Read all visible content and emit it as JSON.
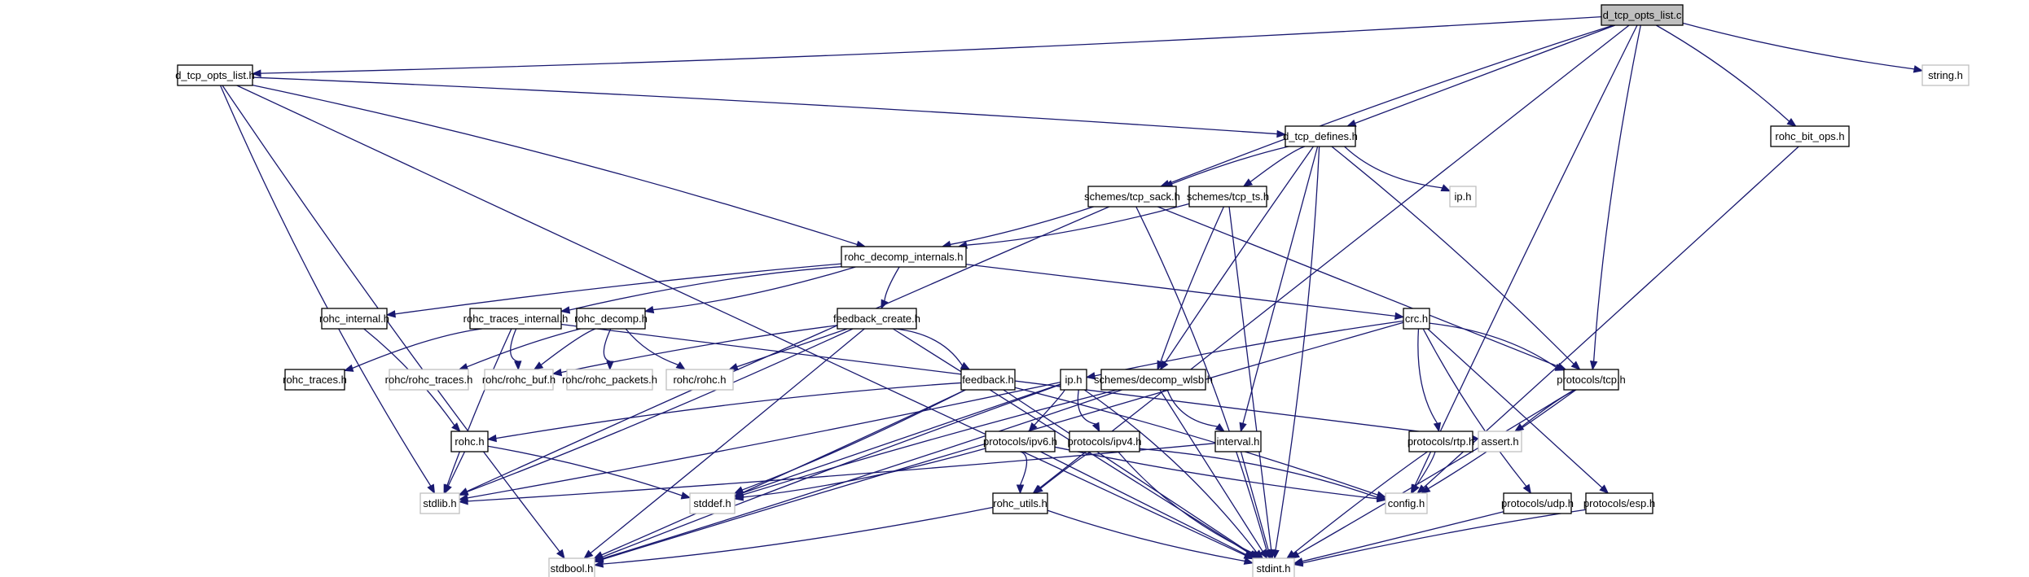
{
  "diagram": {
    "title": "d_tcp_opts_list.c include dependency graph",
    "colors": {
      "edge": "#191970",
      "root_fill": "#bfbfbf",
      "node_border": "#000000",
      "external_border": "#bfbfbf"
    },
    "nodes": [
      {
        "id": "root",
        "label": "d_tcp_opts_list.c",
        "kind": "root"
      },
      {
        "id": "opts_h",
        "label": "d_tcp_opts_list.h",
        "kind": "internal"
      },
      {
        "id": "string_h",
        "label": "string.h",
        "kind": "external"
      },
      {
        "id": "defines_h",
        "label": "d_tcp_defines.h",
        "kind": "internal"
      },
      {
        "id": "bitops_h",
        "label": "rohc_bit_ops.h",
        "kind": "internal"
      },
      {
        "id": "sack_h",
        "label": "schemes/tcp_sack.h",
        "kind": "internal"
      },
      {
        "id": "ts_h",
        "label": "schemes/tcp_ts.h",
        "kind": "internal"
      },
      {
        "id": "ipx_h",
        "label": "ip.h",
        "kind": "external"
      },
      {
        "id": "decint_h",
        "label": "rohc_decomp_internals.h",
        "kind": "internal"
      },
      {
        "id": "rint_h",
        "label": "rohc_internal.h",
        "kind": "internal"
      },
      {
        "id": "rtint_h",
        "label": "rohc_traces_internal.h",
        "kind": "internal"
      },
      {
        "id": "rdec_h",
        "label": "rohc_decomp.h",
        "kind": "internal"
      },
      {
        "id": "fbc_h",
        "label": "feedback_create.h",
        "kind": "internal"
      },
      {
        "id": "crc_h",
        "label": "crc.h",
        "kind": "internal"
      },
      {
        "id": "rtr_h",
        "label": "rohc_traces.h",
        "kind": "internal"
      },
      {
        "id": "rrtr_h",
        "label": "rohc/rohc_traces.h",
        "kind": "external"
      },
      {
        "id": "rbuf_h",
        "label": "rohc/rohc_buf.h",
        "kind": "external"
      },
      {
        "id": "rpk_h",
        "label": "rohc/rohc_packets.h",
        "kind": "external"
      },
      {
        "id": "rrohc_h",
        "label": "rohc/rohc.h",
        "kind": "external"
      },
      {
        "id": "fb_h",
        "label": "feedback.h",
        "kind": "internal"
      },
      {
        "id": "ip_h",
        "label": "ip.h",
        "kind": "internal"
      },
      {
        "id": "wlsb_h",
        "label": "schemes/decomp_wlsb.h",
        "kind": "internal"
      },
      {
        "id": "tcp_h",
        "label": "protocols/tcp.h",
        "kind": "internal"
      },
      {
        "id": "rohc_h",
        "label": "rohc.h",
        "kind": "internal"
      },
      {
        "id": "ipv6_h",
        "label": "protocols/ipv6.h",
        "kind": "internal"
      },
      {
        "id": "ipv4_h",
        "label": "protocols/ipv4.h",
        "kind": "internal"
      },
      {
        "id": "intv_h",
        "label": "interval.h",
        "kind": "internal"
      },
      {
        "id": "rtp_h",
        "label": "protocols/rtp.h",
        "kind": "internal"
      },
      {
        "id": "assert_h",
        "label": "assert.h",
        "kind": "external"
      },
      {
        "id": "stdlib_h",
        "label": "stdlib.h",
        "kind": "external"
      },
      {
        "id": "stddef_h",
        "label": "stddef.h",
        "kind": "external"
      },
      {
        "id": "utils_h",
        "label": "rohc_utils.h",
        "kind": "internal"
      },
      {
        "id": "config_h",
        "label": "config.h",
        "kind": "external"
      },
      {
        "id": "udp_h",
        "label": "protocols/udp.h",
        "kind": "internal"
      },
      {
        "id": "esp_h",
        "label": "protocols/esp.h",
        "kind": "internal"
      },
      {
        "id": "stdbool_h",
        "label": "stdbool.h",
        "kind": "external"
      },
      {
        "id": "stdint_h",
        "label": "stdint.h",
        "kind": "external"
      }
    ],
    "edges": [
      [
        "root",
        "opts_h"
      ],
      [
        "root",
        "string_h"
      ],
      [
        "root",
        "defines_h"
      ],
      [
        "root",
        "bitops_h"
      ],
      [
        "root",
        "sack_h"
      ],
      [
        "root",
        "tcp_h"
      ],
      [
        "root",
        "config_h"
      ],
      [
        "root",
        "utils_h"
      ],
      [
        "opts_h",
        "defines_h"
      ],
      [
        "opts_h",
        "decint_h"
      ],
      [
        "opts_h",
        "stdlib_h"
      ],
      [
        "opts_h",
        "stdbool_h"
      ],
      [
        "opts_h",
        "stdint_h"
      ],
      [
        "defines_h",
        "sack_h"
      ],
      [
        "defines_h",
        "ts_h"
      ],
      [
        "defines_h",
        "ipx_h"
      ],
      [
        "defines_h",
        "wlsb_h"
      ],
      [
        "defines_h",
        "intv_h"
      ],
      [
        "defines_h",
        "tcp_h"
      ],
      [
        "defines_h",
        "stdint_h"
      ],
      [
        "bitops_h",
        "config_h"
      ],
      [
        "sack_h",
        "decint_h"
      ],
      [
        "sack_h",
        "tcp_h"
      ],
      [
        "sack_h",
        "stdlib_h"
      ],
      [
        "sack_h",
        "stdint_h"
      ],
      [
        "ts_h",
        "decint_h"
      ],
      [
        "ts_h",
        "wlsb_h"
      ],
      [
        "ts_h",
        "stdint_h"
      ],
      [
        "decint_h",
        "rint_h"
      ],
      [
        "decint_h",
        "rtint_h"
      ],
      [
        "decint_h",
        "rdec_h"
      ],
      [
        "decint_h",
        "fbc_h"
      ],
      [
        "decint_h",
        "crc_h"
      ],
      [
        "rint_h",
        "rohc_h"
      ],
      [
        "rtint_h",
        "rtr_h"
      ],
      [
        "rtint_h",
        "rbuf_h"
      ],
      [
        "rtint_h",
        "stdlib_h"
      ],
      [
        "rtint_h",
        "assert_h"
      ],
      [
        "rdec_h",
        "rrtr_h"
      ],
      [
        "rdec_h",
        "rbuf_h"
      ],
      [
        "rdec_h",
        "rpk_h"
      ],
      [
        "rdec_h",
        "rrohc_h"
      ],
      [
        "fbc_h",
        "rrohc_h"
      ],
      [
        "fbc_h",
        "rbuf_h"
      ],
      [
        "fbc_h",
        "fb_h"
      ],
      [
        "fbc_h",
        "stdlib_h"
      ],
      [
        "fbc_h",
        "stdbool_h"
      ],
      [
        "fbc_h",
        "stdint_h"
      ],
      [
        "crc_h",
        "ip_h"
      ],
      [
        "crc_h",
        "tcp_h"
      ],
      [
        "crc_h",
        "rtp_h"
      ],
      [
        "crc_h",
        "udp_h"
      ],
      [
        "crc_h",
        "esp_h"
      ],
      [
        "crc_h",
        "stdbool_h"
      ],
      [
        "fb_h",
        "rohc_h"
      ],
      [
        "fb_h",
        "stddef_h"
      ],
      [
        "fb_h",
        "stdbool_h"
      ],
      [
        "fb_h",
        "stdint_h"
      ],
      [
        "fb_h",
        "config_h"
      ],
      [
        "ip_h",
        "ipv6_h"
      ],
      [
        "ip_h",
        "ipv4_h"
      ],
      [
        "ip_h",
        "stdlib_h"
      ],
      [
        "ip_h",
        "stddef_h"
      ],
      [
        "ip_h",
        "stdbool_h"
      ],
      [
        "ip_h",
        "stdint_h"
      ],
      [
        "wlsb_h",
        "intv_h"
      ],
      [
        "wlsb_h",
        "stdbool_h"
      ],
      [
        "wlsb_h",
        "stdint_h"
      ],
      [
        "wlsb_h",
        "stddef_h"
      ],
      [
        "tcp_h",
        "assert_h"
      ],
      [
        "tcp_h",
        "config_h"
      ],
      [
        "tcp_h",
        "stdint_h"
      ],
      [
        "rohc_h",
        "stdlib_h"
      ],
      [
        "rohc_h",
        "stddef_h"
      ],
      [
        "ipv6_h",
        "utils_h"
      ],
      [
        "ipv6_h",
        "stddef_h"
      ],
      [
        "ipv6_h",
        "config_h"
      ],
      [
        "ipv6_h",
        "stdint_h"
      ],
      [
        "ipv4_h",
        "utils_h"
      ],
      [
        "ipv4_h",
        "config_h"
      ],
      [
        "ipv4_h",
        "stdint_h"
      ],
      [
        "intv_h",
        "stdlib_h"
      ],
      [
        "intv_h",
        "stdint_h"
      ],
      [
        "rtp_h",
        "config_h"
      ],
      [
        "rtp_h",
        "stdint_h"
      ],
      [
        "utils_h",
        "stdbool_h"
      ],
      [
        "utils_h",
        "stdint_h"
      ],
      [
        "udp_h",
        "stdint_h"
      ],
      [
        "esp_h",
        "stdint_h"
      ]
    ]
  }
}
